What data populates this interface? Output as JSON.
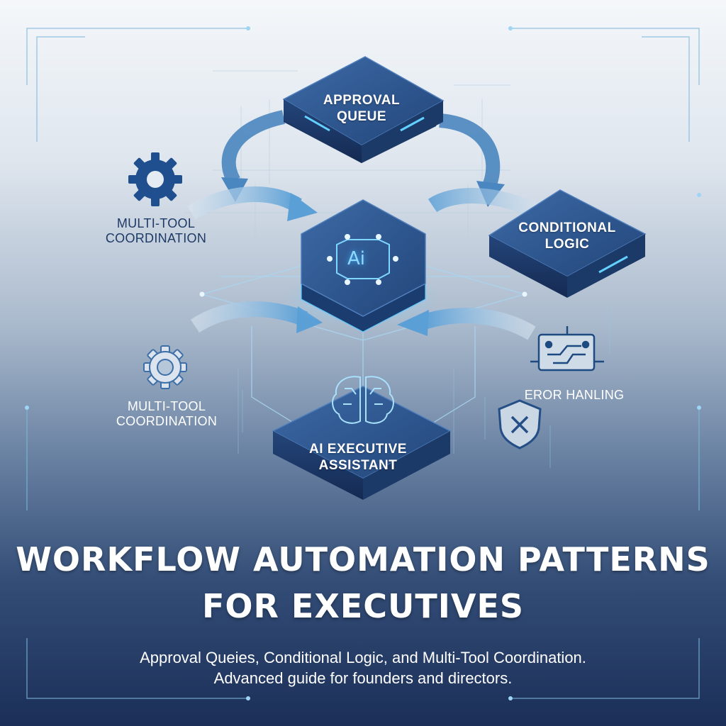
{
  "nodes": {
    "approval_queue": [
      "APPROVAL",
      "QUEUE"
    ],
    "conditional_logic": [
      "CONDITIONAL",
      "LOGIC"
    ],
    "ai_executive_assistant": [
      "AI EXECUTIVE",
      "ASSISTANT"
    ],
    "ai_core_badge": "Ai"
  },
  "side_labels": {
    "multi_tool_upper": [
      "MULTI-TOOL",
      "COORDINATION"
    ],
    "multi_tool_lower": [
      "MULTI-TOOL",
      "COORDINATION"
    ],
    "error_handling": "EROR HANLING"
  },
  "title": [
    "WORKFLOW AUTOMATION PATTERNS",
    "FOR EXECUTIVES"
  ],
  "subtitle": [
    "Approval Queies, Conditional Logic, and Multi-Tool Coordination.",
    "Advanced guide for founders and directors."
  ],
  "colors": {
    "node_top": "#2f5a92",
    "node_side": "#1a3662",
    "glow": "#56c8ff",
    "arrow": "#6fa8d6",
    "title_text": "#ffffff",
    "label_dark": "#1d3a66"
  },
  "icons": [
    "gear-icon",
    "gear-outline-icon",
    "circuit-board-icon",
    "shield-x-icon",
    "brain-icon",
    "ai-chip-icon"
  ]
}
